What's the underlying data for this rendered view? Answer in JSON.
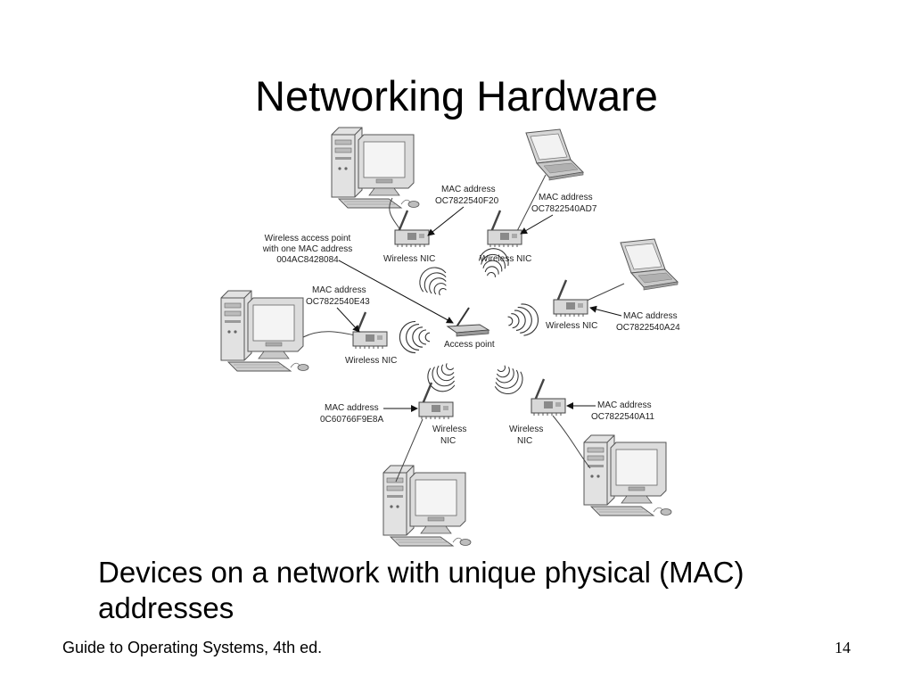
{
  "slide": {
    "title": "Networking Hardware",
    "caption": "Devices on a network with unique physical (MAC) addresses",
    "footer": "Guide to Operating Systems, 4th ed.",
    "page_number": "14"
  },
  "diagram": {
    "access_point": {
      "label": "Access point",
      "callout": [
        "Wireless access point",
        "with one MAC address",
        "004AC8428084"
      ]
    },
    "nodes": [
      {
        "id": "top-left-desktop",
        "device": "desktop",
        "nic_label": [
          "Wireless NIC"
        ],
        "mac_caption": "MAC address",
        "mac": "OC7822540F20"
      },
      {
        "id": "top-laptop",
        "device": "laptop",
        "nic_label": [
          "Wireless NIC"
        ],
        "mac_caption": "MAC address",
        "mac": "OC7822540AD7"
      },
      {
        "id": "right-laptop",
        "device": "laptop",
        "nic_label": [
          "Wireless NIC"
        ],
        "mac_caption": "MAC address",
        "mac": "OC7822540A24"
      },
      {
        "id": "left-desktop",
        "device": "desktop",
        "nic_label": [
          "Wireless NIC"
        ],
        "mac_caption": "MAC address",
        "mac": "OC7822540E43"
      },
      {
        "id": "bottom-desktop",
        "device": "desktop",
        "nic_label": [
          "Wireless",
          "NIC"
        ],
        "mac_caption": "MAC address",
        "mac": "0C60766F9E8A"
      },
      {
        "id": "bottom-right-desktop",
        "device": "desktop",
        "nic_label": [
          "Wireless",
          "NIC"
        ],
        "mac_caption": "MAC address",
        "mac": "OC7822540A11"
      }
    ]
  }
}
